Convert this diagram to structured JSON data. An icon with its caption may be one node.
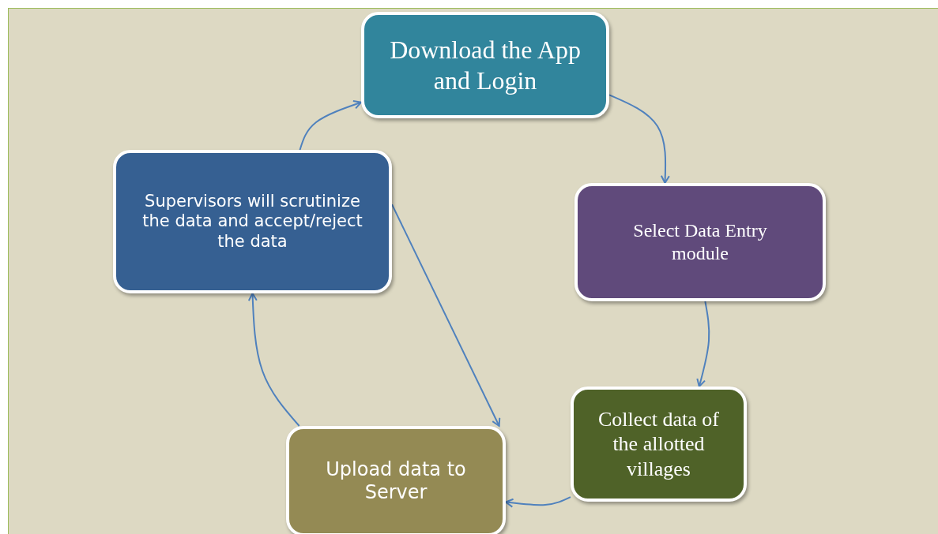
{
  "diagram": {
    "nodes": [
      {
        "text": [
          "Download the App and Login"
        ]
      },
      {
        "text": [
          "Select Data Entry module"
        ]
      },
      {
        "text": [
          "Collect data of the allotted villages"
        ]
      },
      {
        "text": [
          "Upload data to Server"
        ]
      },
      {
        "text": [
          "Supervisors will scrutinize the data and accept/reject the data"
        ]
      }
    ],
    "edges": [
      {
        "from": 0,
        "to": 1,
        "arrow": "to"
      },
      {
        "from": 1,
        "to": 2,
        "arrow": "to"
      },
      {
        "from": 2,
        "to": 3,
        "arrow": "to"
      },
      {
        "from": 3,
        "to": 4,
        "arrow": "to"
      },
      {
        "from": 4,
        "to": 0,
        "arrow": "to"
      },
      {
        "from": 4,
        "to": 3,
        "arrow": "to"
      }
    ]
  }
}
